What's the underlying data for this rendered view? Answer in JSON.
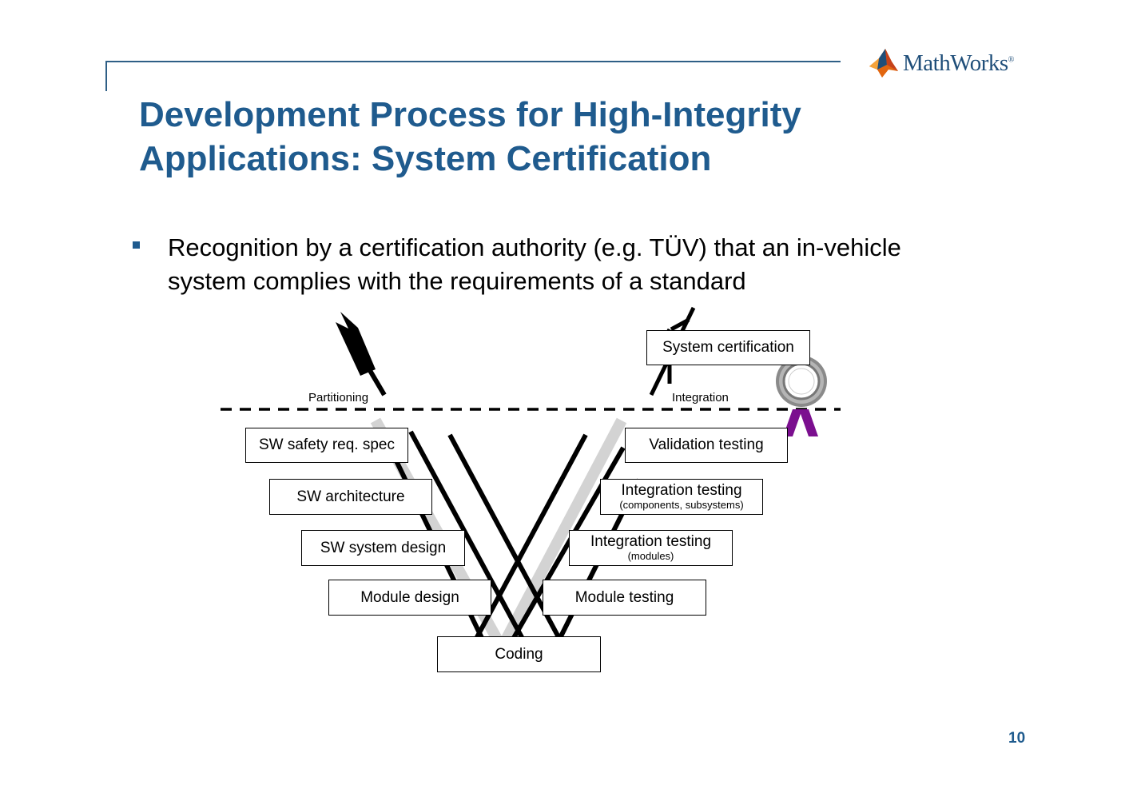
{
  "header": {
    "logo_text": "MathWorks",
    "logo_mark": "®",
    "accent_color": "#1f5b8e"
  },
  "title": {
    "line1": "Development Process for High-Integrity",
    "line2": "Applications: System Certification"
  },
  "bullets": [
    {
      "text": "Recognition by a certification authority (e.g. TÜV) that an in-vehicle system complies with the requirements of a standard"
    }
  ],
  "diagram": {
    "partition_label": "Partitioning",
    "integration_label": "Integration",
    "certification_box": "System certification",
    "left_boxes": [
      {
        "label": "SW safety req. spec"
      },
      {
        "label": "SW architecture"
      },
      {
        "label": "SW system design"
      },
      {
        "label": "Module design"
      }
    ],
    "bottom_box": {
      "label": "Coding"
    },
    "right_boxes": [
      {
        "label": "Validation testing",
        "sub": ""
      },
      {
        "label": "Integration testing",
        "sub": "(components, subsystems)"
      },
      {
        "label": "Integration testing",
        "sub": "(modules)"
      },
      {
        "label": "Module testing",
        "sub": ""
      }
    ],
    "seal_color": "#8a8a8a",
    "ribbon_color": "#7b0f8f"
  },
  "footer": {
    "page_number": "10"
  }
}
